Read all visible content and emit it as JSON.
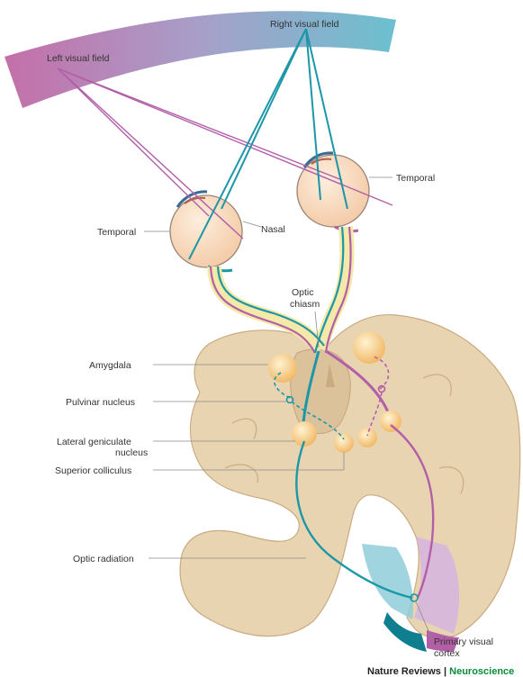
{
  "labels": {
    "right_visual_field": "Right visual field",
    "left_visual_field": "Left visual field",
    "temporal_right": "Temporal",
    "temporal_left": "Temporal",
    "nasal": "Nasal",
    "optic_chiasm_line1": "Optic",
    "optic_chiasm_line2": "chiasm",
    "amygdala": "Amygdala",
    "pulvinar_nucleus": "Pulvinar nucleus",
    "lgn_line1": "Lateral geniculate",
    "lgn_line2": "nucleus",
    "superior_colliculus": "Superior colliculus",
    "optic_radiation": "Optic radiation",
    "primary_visual_cortex_line1": "Primary visual",
    "primary_visual_cortex_line2": "cortex"
  },
  "credit": {
    "journal": "Nature Reviews",
    "separator": " | ",
    "section": "Neuroscience"
  },
  "colors": {
    "left_field_pathway": "#b25fa8",
    "right_field_pathway": "#1c97a7",
    "brain_tissue": "#e9d4b2",
    "nucleus": "#f6c97a",
    "optic_nerve": "#f4e9a8",
    "credit_text": "#222222",
    "credit_accent": "#0a8a3a"
  }
}
